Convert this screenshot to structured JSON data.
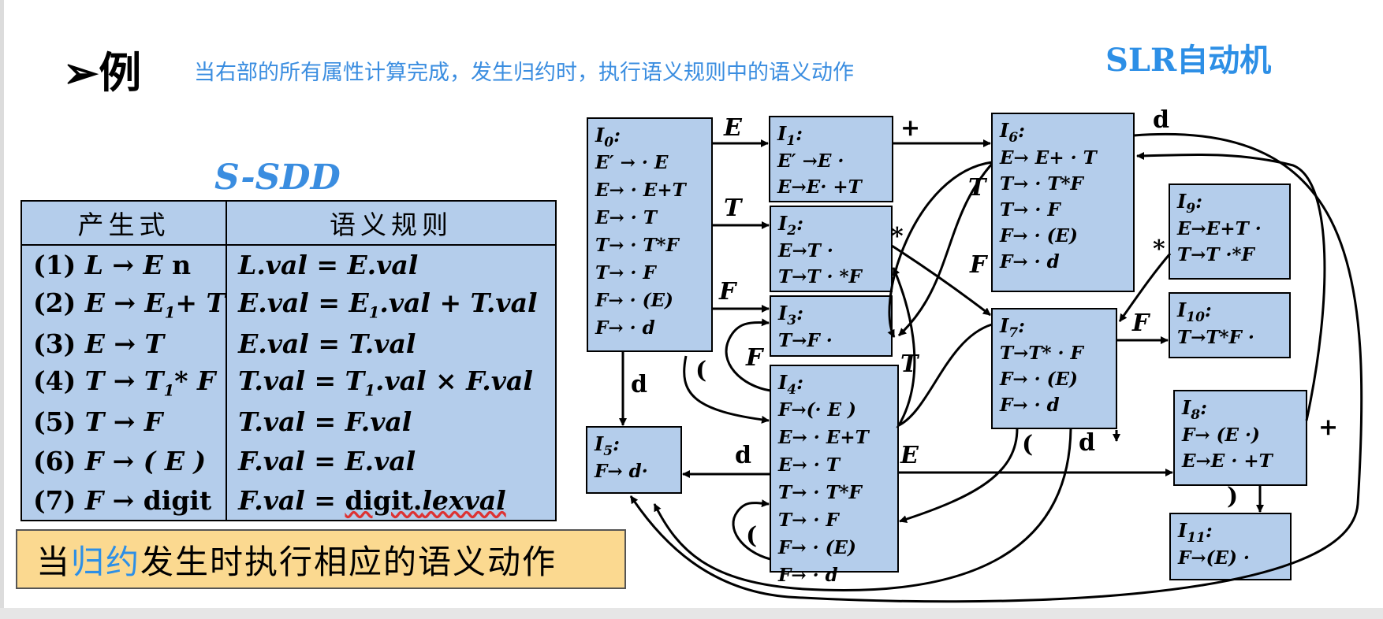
{
  "header": {
    "bullet": "➢例",
    "subtitle": "当右部的所有属性计算完成，发生归约时，执行语义规则中的语义动作",
    "slr_title": "SLR自动机"
  },
  "sdd": {
    "title": "S-SDD",
    "headers": [
      "产生式",
      "语义规则"
    ],
    "rows": [
      {
        "num": "(1)",
        "lhs": "L",
        "rhs_html": "E n",
        "rule": "L.val = E.val"
      },
      {
        "num": "(2)",
        "lhs": "E",
        "rhs_html": "E1+ T",
        "rule": "E.val = E1.val + T.val"
      },
      {
        "num": "(3)",
        "lhs": "E",
        "rhs_html": "T",
        "rule": "E.val = T.val"
      },
      {
        "num": "(4)",
        "lhs": "T",
        "rhs_html": "T1* F",
        "rule": "T.val = T1.val × F.val"
      },
      {
        "num": "(5)",
        "lhs": "T",
        "rhs_html": "F",
        "rule": "T.val = F.val"
      },
      {
        "num": "(6)",
        "lhs": "F",
        "rhs_html": "( E )",
        "rule": "F.val = E.val"
      },
      {
        "num": "(7)",
        "lhs": "F",
        "rhs_html": "digit",
        "rule": "F.val = digit.lexval"
      }
    ]
  },
  "note": {
    "pre": "当",
    "highlight": "归约",
    "post": "发生时执行相应的语义动作"
  },
  "automaton": {
    "states": [
      {
        "id": "I0",
        "items": [
          "E′ → · E",
          "E→ · E+T",
          "E→ · T",
          "T→ · T*F",
          "T→ · F",
          "F→ · (E)",
          "F→ · d"
        ]
      },
      {
        "id": "I1",
        "items": [
          "E′ →E ·",
          "E→E· +T"
        ]
      },
      {
        "id": "I2",
        "items": [
          "E→T ·",
          "T→T · *F"
        ]
      },
      {
        "id": "I3",
        "items": [
          "T→F ·"
        ]
      },
      {
        "id": "I4",
        "items": [
          "F→(· E )",
          "E→ · E+T",
          "E→ · T",
          "T→ · T*F",
          "T→ · F",
          "F→ · (E)",
          "F→ · d"
        ]
      },
      {
        "id": "I5",
        "items": [
          "F→ d·"
        ]
      },
      {
        "id": "I6",
        "items": [
          "E→ E+ · T",
          "T→ · T*F",
          "T→ · F",
          "F→ · (E)",
          "F→ · d"
        ]
      },
      {
        "id": "I7",
        "items": [
          "T→T* · F",
          "F→ · (E)",
          "F→ · d"
        ]
      },
      {
        "id": "I8",
        "items": [
          "F→ (E ·)",
          "E→E · +T"
        ]
      },
      {
        "id": "I9",
        "items": [
          "E→E+T ·",
          "T→T ·*F"
        ]
      },
      {
        "id": "I10",
        "items": [
          "T→T*F ·"
        ]
      },
      {
        "id": "I11",
        "items": [
          "F→(E) ·"
        ]
      }
    ],
    "edge_labels": [
      "E",
      "T",
      "F",
      "+",
      "d",
      "*",
      "T",
      "F",
      "(",
      "F",
      "T",
      "(",
      "*",
      "F",
      "d",
      "E",
      "(",
      "d",
      ")",
      "+",
      "d"
    ],
    "colors": {
      "state_fill": "#b4cdeb",
      "edge": "#000000"
    }
  }
}
